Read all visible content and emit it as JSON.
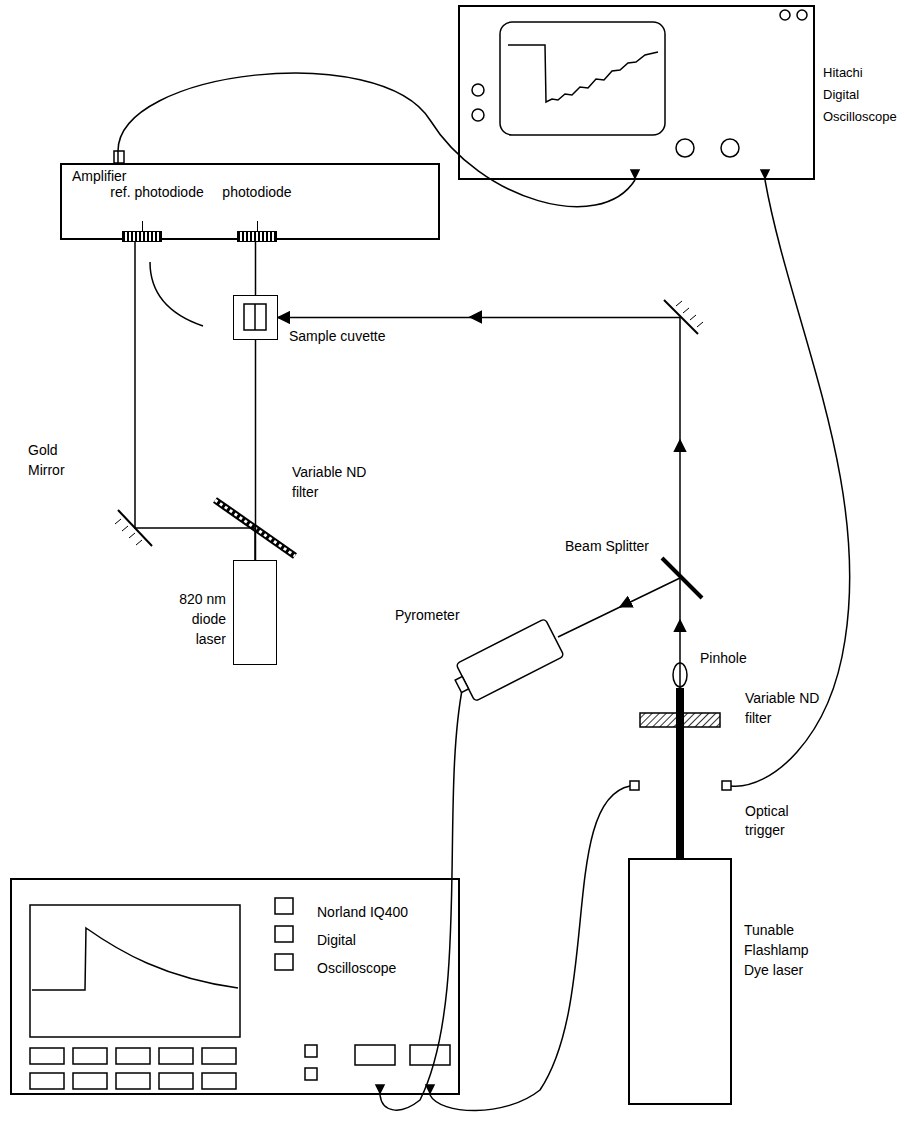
{
  "diagram": {
    "nodes": [
      {
        "text": [
          "Hitachi Digital Oscilloscope"
        ]
      },
      {
        "text": [
          "Amplifier"
        ]
      },
      {
        "text": [
          "ref. photodiode"
        ],
        "in": 1
      },
      {
        "text": [
          "photodiode"
        ],
        "in": 1
      },
      {
        "text": [
          "Sample cuvette"
        ]
      },
      {
        "text": [
          "820 nm diode laser"
        ]
      },
      {
        "text": [
          "Pyrometer"
        ]
      },
      {
        "text": [
          "Norland IQ400 Digital Oscilloscope"
        ]
      },
      {
        "text": [
          "Tunable Flashlamp Dye laser"
        ]
      }
    ],
    "edges": [
      {
        "from": 1,
        "to": 0,
        "arrow": "none"
      },
      {
        "from": 6,
        "to": 7,
        "arrow": "none"
      },
      {
        "from": 8,
        "to": 4,
        "arrow": "to"
      },
      {
        "from": 5,
        "to": 4,
        "arrow": "none"
      },
      {
        "from": 4,
        "to": 3,
        "arrow": "none"
      },
      {
        "from": 5,
        "to": 2,
        "arrow": "none"
      }
    ],
    "labels": [
      "Gold Mirror",
      "Variable ND filter",
      "Beam Splitter",
      "Pinhole",
      "Variable ND filter",
      "Optical trigger"
    ]
  }
}
